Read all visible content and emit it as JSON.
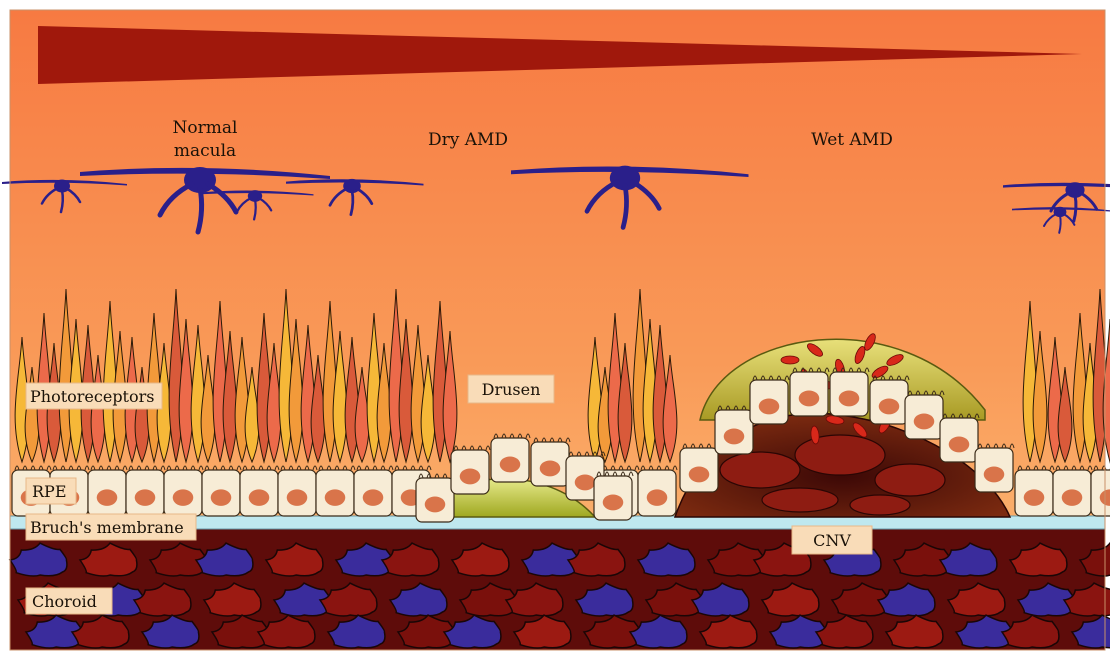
{
  "figure": {
    "stages": {
      "normal": [
        "Normal",
        "macula"
      ],
      "dry": "Dry AMD",
      "wet": "Wet AMD"
    },
    "labels": {
      "photoreceptors": "Photoreceptors",
      "drusen": "Drusen",
      "rpe": "RPE",
      "bruchs_membrane": "Bruch's membrane",
      "cnv": "CNV",
      "choroid": "Choroid"
    },
    "colors": {
      "background_top": "#f8814a",
      "background_bottom": "#fbb673",
      "wedge": "#a0180c",
      "ganglion_cell": "#2a1f8a",
      "rpe_cell": "#f7ecd6",
      "rpe_nucleus": "#d9744a",
      "bruchs_membrane": "#bfe8ef",
      "choroid_red": "#8a1410",
      "choroid_blue": "#3a2c9c",
      "drusen": "#b9c22e",
      "cnv": "#6a140e"
    }
  }
}
